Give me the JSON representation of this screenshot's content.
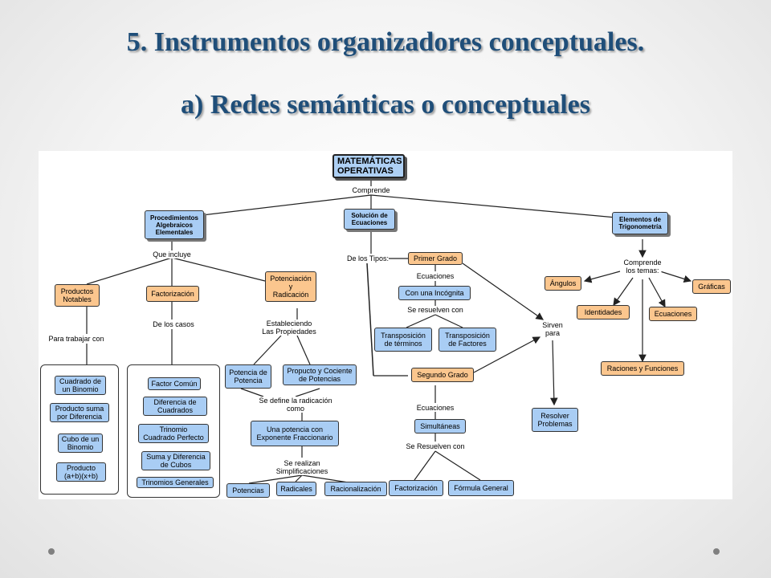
{
  "slide": {
    "title_line1": "5. Instrumentos organizadores conceptuales.",
    "title_line2": "a) Redes semánticas o conceptuales"
  },
  "map": {
    "root": "MATEMÁTICAS\nOPERATIVAS",
    "comprende": "Comprende",
    "procedimientos": "Procedimientos\nAlgebraicos\nElementales",
    "solucion": "Solución de\nEcuaciones",
    "elementos": "Elementos de\nTrigonometría",
    "que_incluye": "Que incluye",
    "productos_notables": "Productos\nNotables",
    "factorizacion": "Factorización",
    "potenciacion": "Potenciación\ny\nRadicación",
    "para_trabajar": "Para trabajar con",
    "de_los_casos": "De los casos",
    "estableciendo": "Estableciendo\nLas Propiedades",
    "cuadrado_binomio": "Cuadrado de\nun Binomio",
    "producto_suma": "Producto suma\npor Diferencia",
    "cubo_binomio": "Cubo de un\nBinomio",
    "producto_abxb": "Producto\n(a+b)(x+b)",
    "factor_comun": "Factor Común",
    "diferencia_cuadrados": "Diferencia de\nCuadrados",
    "trinomio_cuadrado": "Trinomio\nCuadrado Perfecto",
    "suma_diferencia_cubos": "Suma y Diferencia\nde Cubos",
    "trinomios_generales": "Trinomios Generales",
    "potencia_de_potencia": "Potencia de\nPotencia",
    "producto_cociente": "Propucto y Cociente\nde Potencias",
    "se_define": "Se define la radicación\ncomo",
    "una_potencia": "Una potencia con\nExponente Fraccionario",
    "se_realizan": "Se realizan\nSimplificaciones",
    "potencias": "Potencias",
    "radicales": "Radicales",
    "racionalizacion": "Racionalización",
    "de_los_tipos": "De los Tipos:",
    "primer_grado": "Primer Grado",
    "ecuaciones_lbl1": "Ecuaciones",
    "con_una_incognita": "Con una Incógnita",
    "se_resuelven_con": "Se resuelven con",
    "transposicion_terminos": "Transposición\nde términos",
    "transposicion_factores": "Transposición\nde Factores",
    "segundo_grado": "Segundo Grado",
    "ecuaciones_lbl2": "Ecuaciones",
    "simultaneas": "Simultáneas",
    "se_resuelven_con2": "Se Resuelven con",
    "factorizacion2": "Factorización",
    "formula_general": "Fórmula General",
    "sirven_para": "Sirven\npara",
    "resolver_problemas": "Resolver\nProblemas",
    "comprende_temas": "Comprende\nlos temas:",
    "angulos": "Ángulos",
    "graficas": "Gráficas",
    "identidades": "Identidades",
    "ecuaciones_trig": "Ecuaciones",
    "raciones_funciones": "Raciones y Funciones"
  },
  "colors": {
    "title": "#1f4e79",
    "blue_node": "#a9cdf4",
    "orange_node": "#fbc68e"
  }
}
